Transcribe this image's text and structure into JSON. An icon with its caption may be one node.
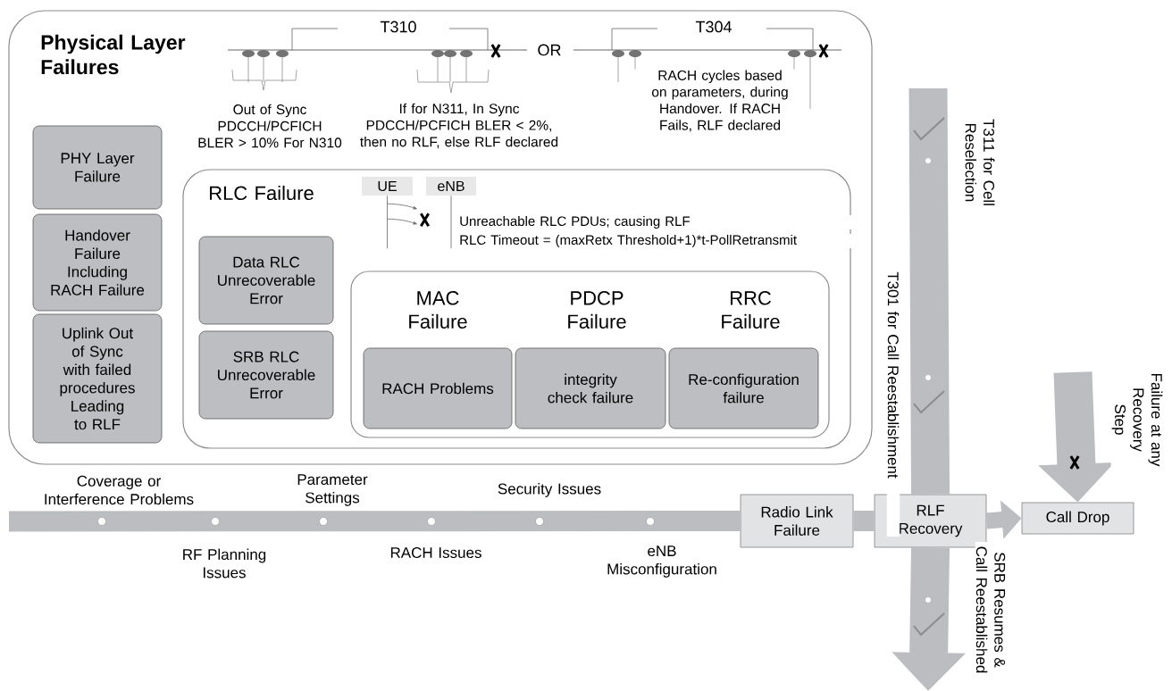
{
  "diagram": {
    "nodes": [
      {
        "text": [
          "Physical Layer Failures"
        ]
      },
      {
        "text": [
          "PHY Layer Failure"
        ],
        "in": 0
      },
      {
        "text": [
          "Handover Failure Including RACH Failure"
        ],
        "in": 0
      },
      {
        "text": [
          "Uplink Out of Sync with failed procedures Leading to RLF"
        ],
        "in": 0
      },
      {
        "text": [
          "RLC Failure"
        ],
        "in": 0
      },
      {
        "text": [
          "Data RLC Unrecoverable Error"
        ],
        "in": 4
      },
      {
        "text": [
          "SRB RLC Unrecoverable Error"
        ],
        "in": 4
      },
      {
        "text": [],
        "shape": "box",
        "in": 4
      },
      {
        "text": [
          "MAC Failure",
          "RACH Problems"
        ],
        "in": 7
      },
      {
        "text": [
          "PDCP Failure",
          "integrity check failure"
        ],
        "in": 7
      },
      {
        "text": [
          "RRC Failure",
          "Re-configuration failure"
        ],
        "in": 7
      },
      {
        "text": [
          "UE"
        ],
        "in": 4
      },
      {
        "text": [
          "eNB"
        ],
        "in": 4
      },
      {
        "text": [
          "Radio Link Failure"
        ]
      },
      {
        "text": [
          "RLF Recovery"
        ]
      },
      {
        "text": [
          "Call Drop"
        ]
      }
    ],
    "edges": [
      {
        "from": null,
        "to": 13,
        "arrow": "none"
      },
      {
        "from": 13,
        "to": 14,
        "arrow": "none"
      },
      {
        "from": 14,
        "to": 15,
        "arrow": "to"
      },
      {
        "from": null,
        "to": 14,
        "arrow": "none",
        "style": "thick",
        "label": "T301 for Call Reestablishment"
      },
      {
        "from": 14,
        "to": null,
        "arrow": "to",
        "style": "thick",
        "label": "SRB Resumes & Call Reestablished"
      },
      {
        "from": null,
        "to": 15,
        "arrow": "to",
        "style": "thick",
        "label": "Failure at any Recovery Step"
      }
    ],
    "labels": [
      "T310",
      "OR",
      "T304",
      "Out of Sync PDCCH/PCFICH BLER > 10% For N310",
      "If for N311, In Sync PDCCH/PCFICH BLER < 2%, then no RLF, else RLF declared",
      "RACH cycles based on parameters, during Handover. If RACH Fails, RLF declared",
      "T311 for Cell Reselection",
      "Unreachable RLC PDUs; causing RLF",
      "RLC Timeout = (maxRetx Threshold+1)*t-PollRetransmit",
      "Coverage or Interference Problems",
      "RF Planning Issues",
      "Parameter Settings",
      "RACH Issues",
      "Security Issues",
      "eNB Misconfiguration"
    ]
  }
}
